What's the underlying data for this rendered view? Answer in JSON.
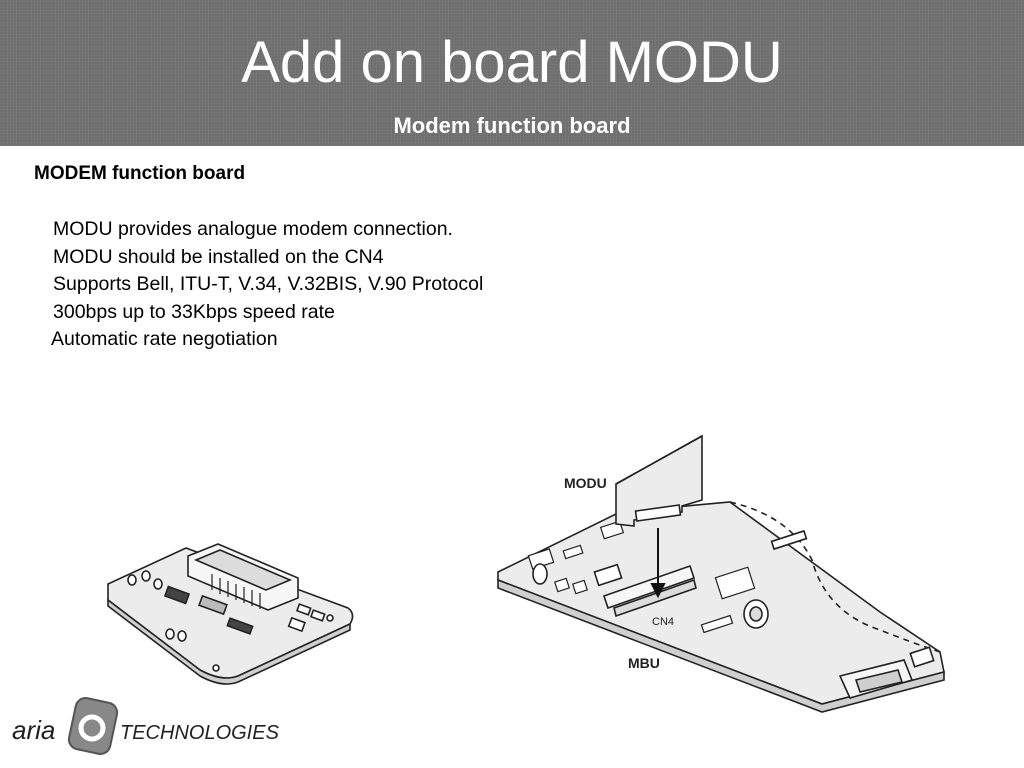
{
  "header": {
    "title": "Add on board MODU",
    "subtitle": "Modem function board"
  },
  "content": {
    "heading": "MODEM function board",
    "bullets": [
      "MODU provides analogue modem connection.",
      "MODU should be installed on the CN4",
      "Supports Bell, ITU-T, V.34, V.32BIS, V.90 Protocol",
      "300bps up to 33Kbps speed rate",
      "Automatic rate negotiation"
    ]
  },
  "figure": {
    "modu_label": "MODU",
    "cn4_label": "CN4",
    "mbu_label": "MBU"
  },
  "logo": {
    "text_left": "aria",
    "text_right": "TECHNOLOGIES"
  },
  "colors": {
    "header_bg": "#6e6e6e",
    "board_fill": "#ececec",
    "outline": "#222222"
  }
}
